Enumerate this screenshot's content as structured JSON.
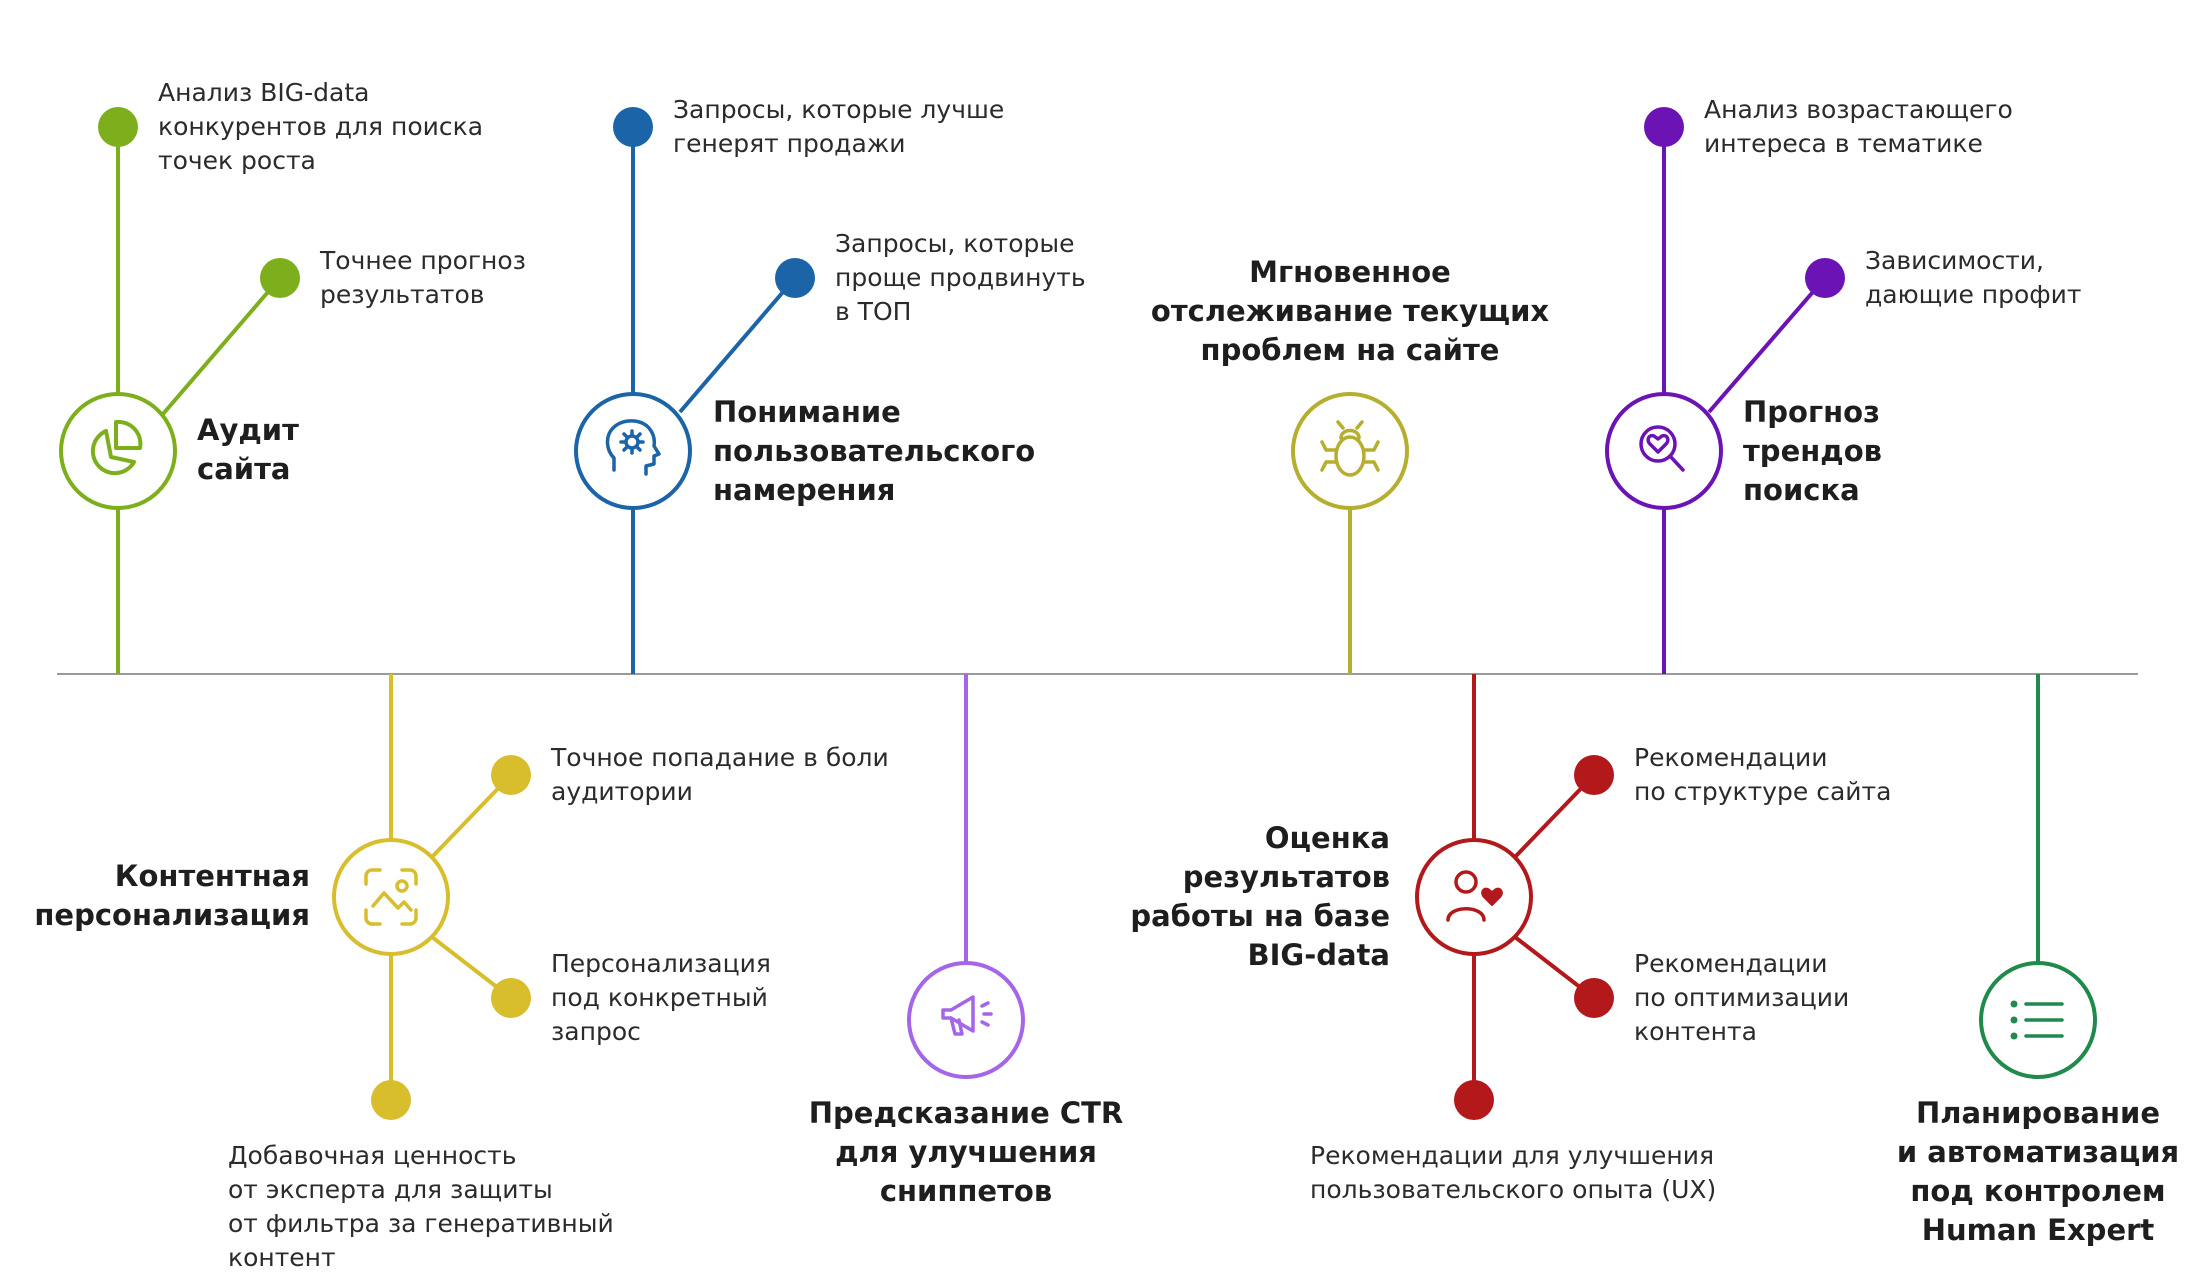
{
  "colors": {
    "green": "#7daf1c",
    "blue": "#1b64a8",
    "olive": "#b5ae2e",
    "purple": "#6b13b5",
    "yellow": "#d8bd2c",
    "lilac": "#a565e8",
    "red": "#b3181b",
    "darkgreen": "#1f8a4c",
    "timeline": "#9a9a9a"
  },
  "nodes": {
    "audit": {
      "title": "Аудит\nсайта",
      "icon": "pie-chart-icon",
      "points": [
        "Анализ BIG-data\nконкурентов для поиска\nточек роста",
        "Точнее прогноз\nрезультатов"
      ]
    },
    "intent": {
      "title": "Понимание\nпользовательского\nнамерения",
      "icon": "head-gear-icon",
      "points": [
        "Запросы, которые лучше\nгенерят продажи",
        "Запросы, которые\nпроще продвинуть\nв ТОП"
      ]
    },
    "monitoring": {
      "title": "Мгновенное\nотслеживание текущих\nпроблем на сайте",
      "icon": "bug-icon"
    },
    "trends": {
      "title": "Прогноз\nтрендов\nпоиска",
      "icon": "search-heart-icon",
      "points": [
        "Анализ возрастающего\nинтереса в тематике",
        "Зависимости,\nдающие профит"
      ]
    },
    "personalization": {
      "title": "Контентная\nперсонализация",
      "icon": "image-scan-icon",
      "points": [
        "Точное попадание в боли\nаудитории",
        "Персонализация\nпод конкретный\nзапрос",
        "Добавочная ценность\nот эксперта для защиты\nот фильтра за генеративный\nконтент"
      ]
    },
    "ctr": {
      "title": "Предсказание CTR\nдля улучшения\nсниппетов",
      "icon": "megaphone-icon"
    },
    "evaluation": {
      "title": "Оценка\nрезультатов\nработы на базе\nBIG-data",
      "icon": "user-heart-icon",
      "points": [
        "Рекомендации\nпо структуре сайта",
        "Рекомендации\nпо оптимизации\nконтента",
        "Рекомендации для улучшения\nпользовательского опыта (UX)"
      ]
    },
    "planning": {
      "title": "Планирование\nи автоматизация\nпод контролем\nHuman Expert",
      "icon": "list-icon"
    }
  }
}
